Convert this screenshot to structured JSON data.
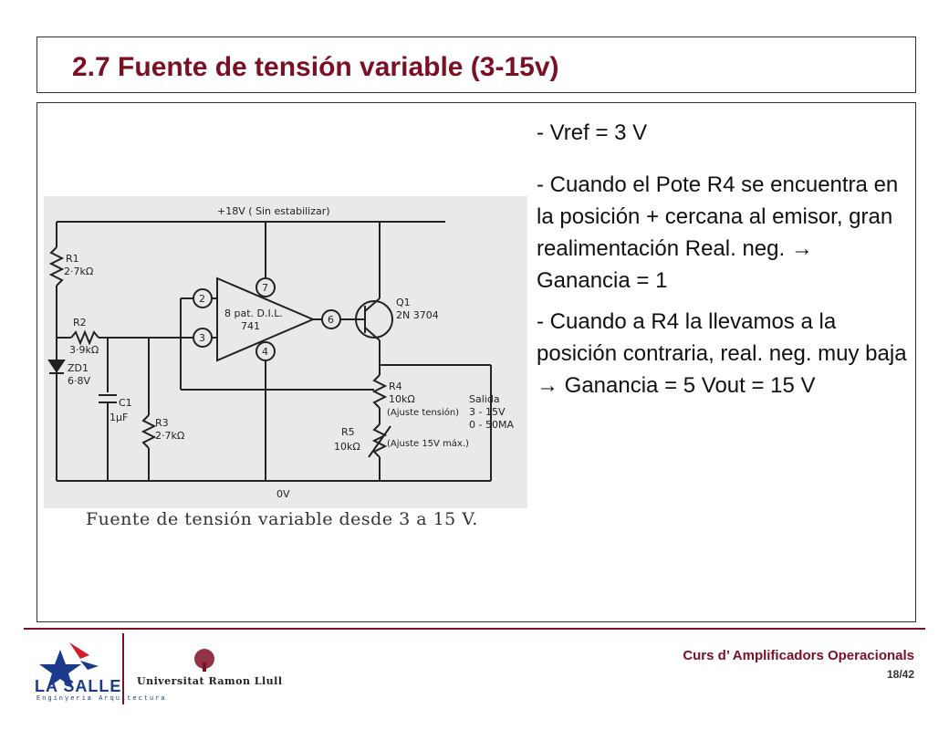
{
  "slide": {
    "title": "2.7 Fuente de tensión variable (3-15v)",
    "bullets": [
      "- Vref = 3 V",
      "- Cuando el Pote R4 se encuentra en la posición + cercana al emisor, gran realimentación Real. neg. → Ganancia = 1",
      "- Cuando a R4 la llevamos a la posición contraria, real. neg. muy baja → Ganancia = 5 Vout = 15 V"
    ]
  },
  "figure": {
    "caption": "Fuente de tensión variable desde 3 a 15 V.",
    "labels": {
      "supply": "+18V ( Sin estabilizar)",
      "ground": "0V",
      "r1": "R1",
      "r1_val": "2·7kΩ",
      "r2": "R2",
      "r2_val": "3·9kΩ",
      "zd1": "ZD1",
      "zd1_val": "6·8V",
      "c1": "C1",
      "c1_val": "1μF",
      "r3": "R3",
      "r3_val": "2·7kΩ",
      "opamp_1": "8 pat. D.I.L.",
      "opamp_2": "741",
      "pin2": "2",
      "pin3": "3",
      "pin4": "4",
      "pin6": "6",
      "pin7": "7",
      "q1": "Q1",
      "q1_val": "2N 3704",
      "r4": "R4",
      "r4_val": "10kΩ",
      "r4_note": "(Ajuste tensión)",
      "r5": "R5",
      "r5_val": "10kΩ",
      "r5_note": "(Ajuste 15V máx.)",
      "out_1": "Salida",
      "out_2": "3 - 15V",
      "out_3": "0 - 50MA"
    }
  },
  "footer": {
    "course": "Curs d’ Amplificadors Operacionals",
    "page": "18/42",
    "school_name": "LA SALLE",
    "school_sub": "Enginyeria Arquitectura",
    "university": "Universitat Ramon Llull"
  },
  "colors": {
    "accent": "#7b0f24",
    "logo_blue": "#1b3a8c"
  }
}
